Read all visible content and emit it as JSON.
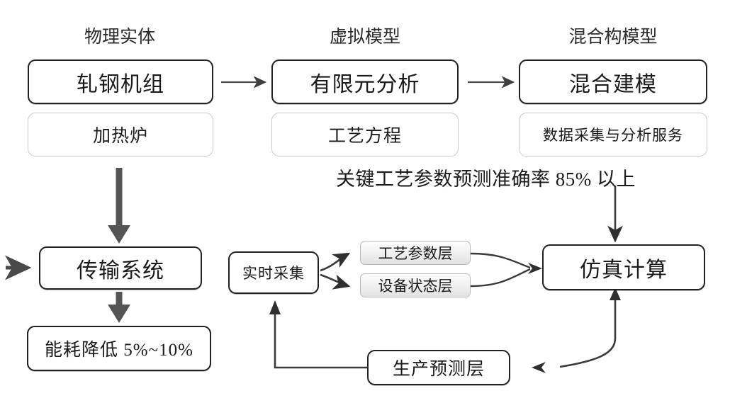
{
  "diagram": {
    "title_headers": [
      {
        "id": "physical",
        "label": "物理实体"
      },
      {
        "id": "virtual",
        "label": "虚拟模型"
      },
      {
        "id": "hybrid",
        "label": "混合构模型"
      }
    ],
    "columns": {
      "physical": {
        "primary": "轧钢机组",
        "secondary": "加热炉"
      },
      "virtual": {
        "primary": "有限元分析",
        "secondary": "工艺方程"
      },
      "hybrid": {
        "primary": "混合建模",
        "secondary": "数据采集与分析服务"
      }
    },
    "annotations": {
      "accuracy_note": "关键工艺参数预测准确率 85% 以上"
    },
    "lower": {
      "transport_system": "传输系统",
      "energy_result": "能耗降低 5%~10%",
      "realtime_collect": "实时采集",
      "layers": [
        {
          "id": "process-parameter",
          "label": "工艺参数层"
        },
        {
          "id": "equipment-state",
          "label": "设备状态层"
        }
      ],
      "simulation": "仿真计算",
      "production_forecast": "生产预测层"
    },
    "icons": {
      "arrow_right": "arrow-right-icon",
      "arrow_down": "arrow-down-icon",
      "arrow_up": "arrow-up-icon",
      "arrow_left": "arrow-left-icon"
    },
    "colors": {
      "stroke_dark": "#2a2a2a",
      "stroke_light": "#c9c9c9",
      "arrow_thin": "#4a4a4a",
      "arrow_thick": "#555555",
      "background": "#ffffff"
    }
  }
}
